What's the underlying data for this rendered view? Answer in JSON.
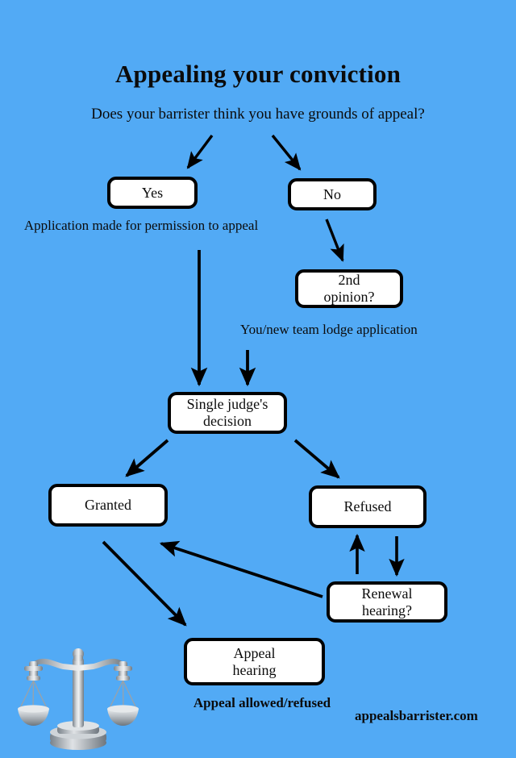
{
  "page": {
    "title": "Appealing your conviction",
    "subtitle": "Does your barrister think you have grounds of appeal?",
    "background_color": "#52aaf5",
    "box_fill_color": "#ffffff",
    "line_color": "#000000",
    "text_color": "#0b0b0b",
    "site_url": "appealsbarrister.com"
  },
  "nodes": {
    "yes": "Yes",
    "no": "No",
    "second_opinion_line1": "2nd",
    "second_opinion_line2": "opinion?",
    "single_judge_line1": "Single judge's",
    "single_judge_line2": "decision",
    "granted": "Granted",
    "refused": "Refused",
    "renewal_line1": "Renewal",
    "renewal_line2": "hearing?",
    "appeal_line1": "Appeal",
    "appeal_line2": "hearing"
  },
  "captions": {
    "permission": "Application made for permission to appeal",
    "lodge": "You/new team lodge application",
    "outcome": "Appeal allowed/refused"
  },
  "edges": [
    {
      "from": "question",
      "to": "yes",
      "style": "arrow"
    },
    {
      "from": "question",
      "to": "no",
      "style": "arrow"
    },
    {
      "from": "no",
      "to": "second-opinion",
      "style": "arrow"
    },
    {
      "from": "yes",
      "to": "single-judge",
      "style": "arrow",
      "label": "Application made for permission to appeal"
    },
    {
      "from": "second-opinion",
      "to": "single-judge",
      "style": "arrow",
      "label": "You/new team lodge application"
    },
    {
      "from": "single-judge",
      "to": "granted",
      "style": "arrow"
    },
    {
      "from": "single-judge",
      "to": "refused",
      "style": "arrow"
    },
    {
      "from": "granted",
      "to": "appeal-hearing",
      "style": "arrow"
    },
    {
      "from": "renewal-hearing",
      "to": "granted",
      "style": "arrow"
    },
    {
      "from": "renewal-hearing",
      "to": "refused",
      "style": "arrow"
    },
    {
      "from": "refused",
      "to": "renewal-hearing",
      "style": "arrow"
    }
  ],
  "decoration": {
    "scales_icon": "scales-of-justice-icon"
  }
}
